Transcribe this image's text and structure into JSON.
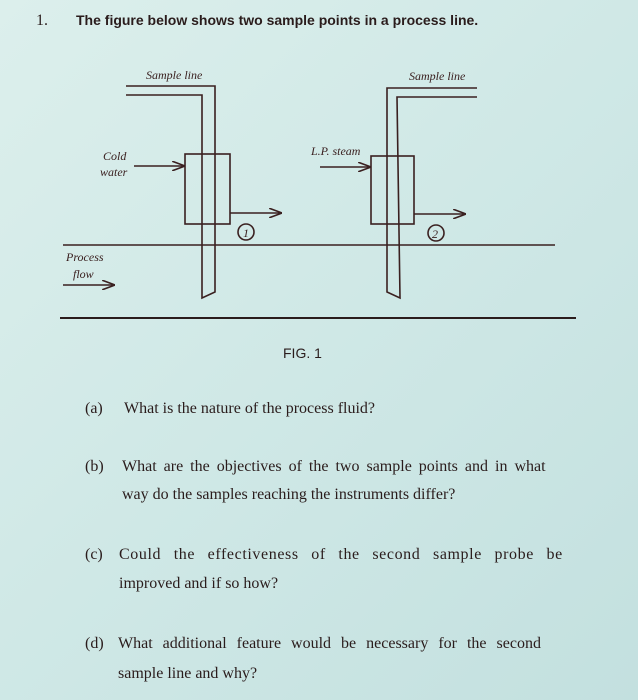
{
  "question_number": "1.",
  "intro": "The figure below shows two sample points in a process line.",
  "figure": {
    "sample_line_1": "Sample line",
    "sample_line_2": "Sample line",
    "cold": "Cold",
    "water": "water",
    "lp_steam": "L.P. steam",
    "process": "Process",
    "flow": "flow",
    "point_1": "1",
    "point_2": "2",
    "caption": "FIG. 1"
  },
  "parts": [
    {
      "label": "(a)",
      "lines": [
        "What is the nature of the process fluid?"
      ]
    },
    {
      "label": "(b)",
      "lines": [
        "What are the objectives of the two sample points and in what",
        "way do the samples reaching the instruments differ?"
      ]
    },
    {
      "label": "(c)",
      "lines": [
        "Could the effectiveness of the second sample probe be",
        "improved and if so how?"
      ]
    },
    {
      "label": "(d)",
      "lines": [
        "What additional feature would be necessary for the second",
        "sample line and why?"
      ]
    }
  ]
}
